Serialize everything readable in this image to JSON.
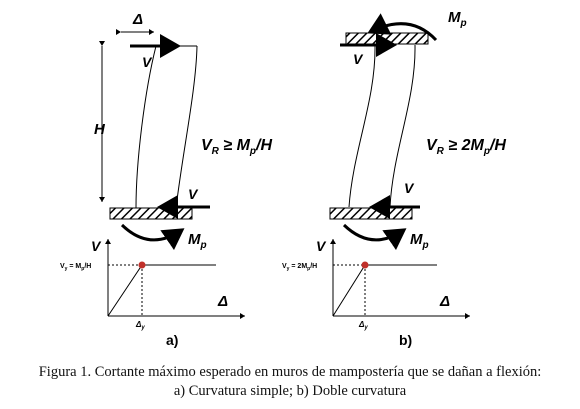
{
  "diagram": {
    "panel_a": {
      "label": "a)",
      "delta_top": "Δ",
      "v_top": "V",
      "h_label": "H",
      "equation": {
        "main": "V",
        "sub_r": "R",
        "mid": " ≥ M",
        "sub_p": "p",
        "end": "/H"
      },
      "v_bottom": "V",
      "mp_label": {
        "main": "M",
        "sub": "p"
      },
      "graph": {
        "y_axis": "V",
        "x_axis": "Δ",
        "vy_label": "V",
        "vy_sub": "y",
        "vy_rest": " = M",
        "vy_sub2": "p",
        "vy_end": "/H",
        "dy_label": "Δ",
        "dy_sub": "y"
      }
    },
    "panel_b": {
      "label": "b)",
      "mp_top": {
        "main": "M",
        "sub": "p"
      },
      "v_top": "V",
      "equation": {
        "main": "V",
        "sub_r": "R",
        "mid": " ≥ 2M",
        "sub_p": "p",
        "end": "/H"
      },
      "v_bottom": "V",
      "mp_label": {
        "main": "M",
        "sub": "p"
      },
      "graph": {
        "y_axis": "V",
        "x_axis": "Δ",
        "vy_label": "V",
        "vy_sub": "y",
        "vy_rest": " = 2M",
        "vy_sub2": "p",
        "vy_end": "/H",
        "dy_label": "Δ",
        "dy_sub": "y"
      }
    },
    "colors": {
      "ink": "#000000",
      "point": "#c0302a"
    }
  },
  "caption": {
    "line1": "Figura 1. Cortante máximo esperado en muros de mampostería que se dañan a flexión:",
    "line2": "a) Curvatura simple; b) Doble curvatura"
  }
}
